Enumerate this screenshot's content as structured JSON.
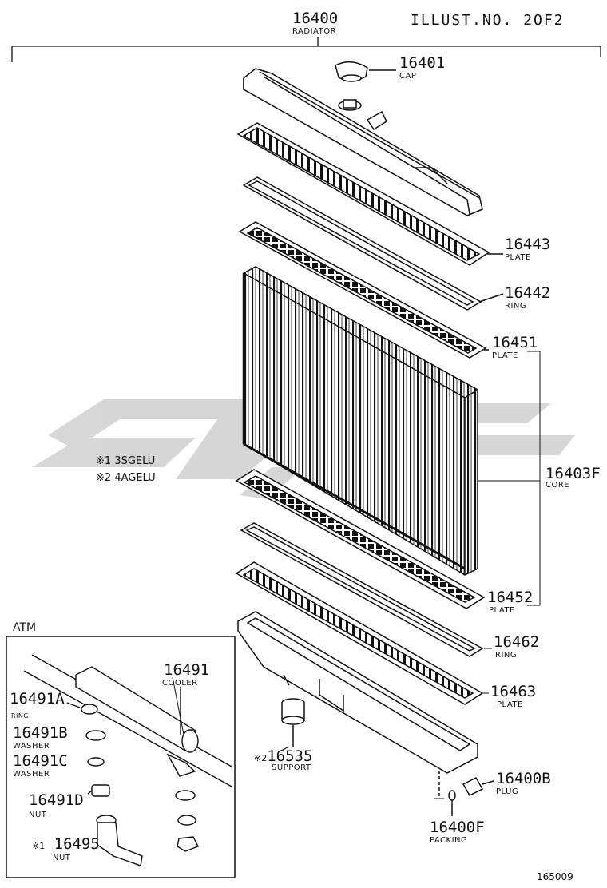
{
  "header": {
    "illust_no": "ILLUST.NO. 2OF2",
    "assembly_number": "16400",
    "assembly_name": "RADIATOR"
  },
  "notes": [
    {
      "mark": "※1",
      "text": "3SGELU"
    },
    {
      "mark": "※2",
      "text": "4AGELU"
    }
  ],
  "atm_label": "ATM",
  "parts": {
    "p16401": {
      "number": "16401",
      "name": "CAP"
    },
    "p16443": {
      "number": "16443",
      "name": "PLATE"
    },
    "p16442": {
      "number": "16442",
      "name": "RING"
    },
    "p16451": {
      "number": "16451",
      "name": "PLATE"
    },
    "p16403f": {
      "number": "16403F",
      "name": "CORE"
    },
    "p16452": {
      "number": "16452",
      "name": "PLATE"
    },
    "p16462": {
      "number": "16462",
      "name": "RING"
    },
    "p16463": {
      "number": "16463",
      "name": "PLATE"
    },
    "p16535": {
      "mark": "※2",
      "number": "16535",
      "name": "SUPPORT"
    },
    "p16400b": {
      "number": "16400B",
      "name": "PLUG"
    },
    "p16400f": {
      "number": "16400F",
      "name": "PACKING"
    },
    "p16491": {
      "number": "16491",
      "name": "COOLER"
    },
    "p16491a": {
      "number": "16491A",
      "name": "RING"
    },
    "p16491b": {
      "number": "16491B",
      "name": "WASHER"
    },
    "p16491c": {
      "number": "16491C",
      "name": "WASHER"
    },
    "p16491d": {
      "number": "16491D",
      "name": "NUT"
    },
    "p16495": {
      "mark": "※1",
      "number": "16495",
      "name": "NUT"
    }
  },
  "doc_number": "165009"
}
